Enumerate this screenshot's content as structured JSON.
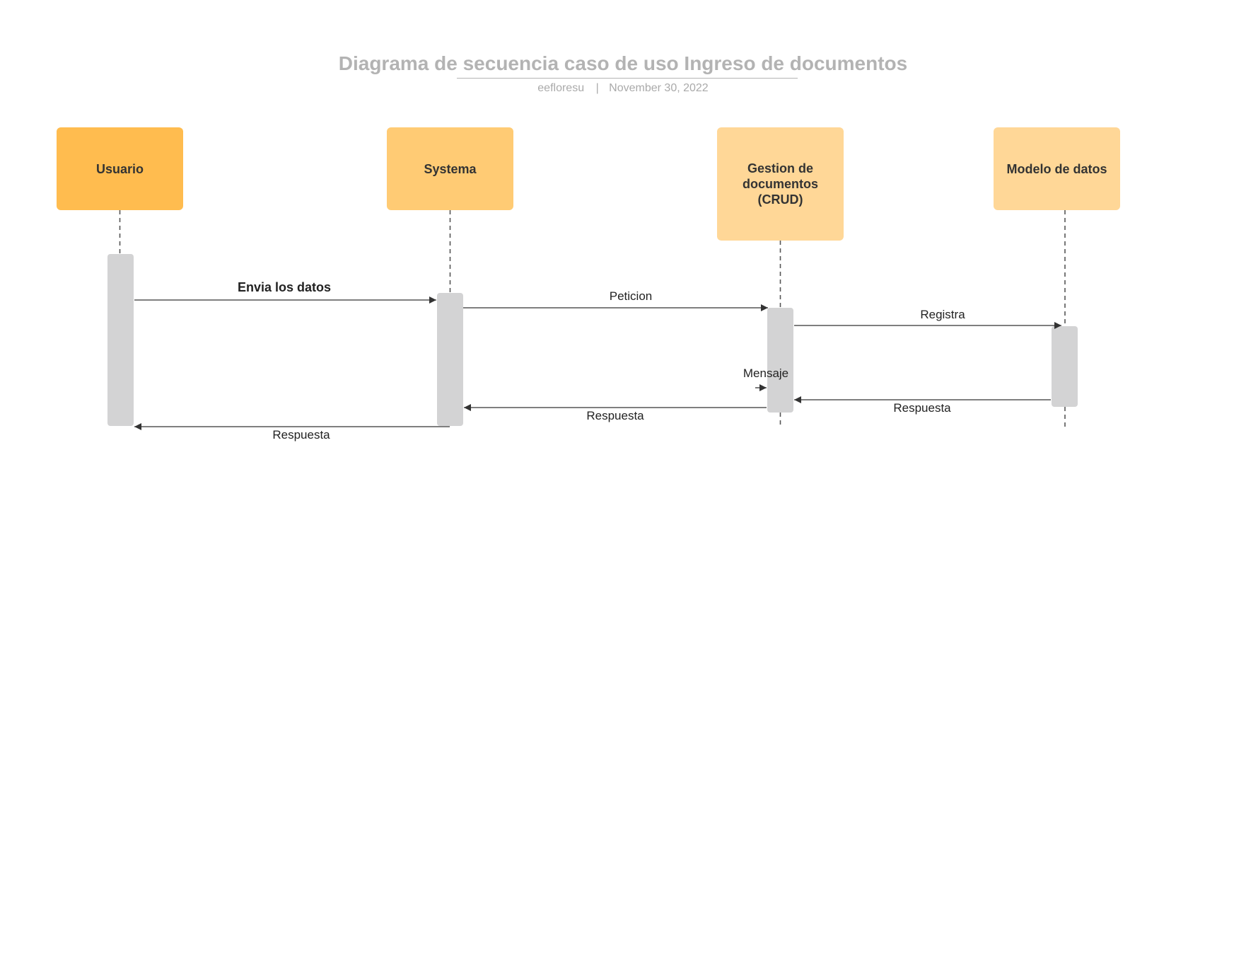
{
  "header": {
    "title": "Diagrama de secuencia caso de uso Ingreso de documentos",
    "author": "eefloresu",
    "separator": "|",
    "date": "November 30, 2022"
  },
  "actors": [
    {
      "id": "usuario",
      "label": "Usuario",
      "color": "#ffbc4f"
    },
    {
      "id": "systema",
      "label": "Systema",
      "color": "#ffcb74"
    },
    {
      "id": "gestion",
      "label": "Gestion de\ndocumentos\n(CRUD)",
      "color": "#ffd797"
    },
    {
      "id": "modelo",
      "label": "Modelo de datos",
      "color": "#ffd797"
    }
  ],
  "messages": [
    {
      "from": "usuario",
      "to": "systema",
      "label": "Envia los datos"
    },
    {
      "from": "systema",
      "to": "gestion",
      "label": "Peticion"
    },
    {
      "from": "gestion",
      "to": "modelo",
      "label": "Registra"
    },
    {
      "from": "gestion",
      "to": "gestion",
      "label": "Mensaje"
    },
    {
      "from": "modelo",
      "to": "gestion",
      "label": "Respuesta"
    },
    {
      "from": "gestion",
      "to": "systema",
      "label": "Respuesta"
    },
    {
      "from": "systema",
      "to": "usuario",
      "label": "Respuesta"
    }
  ],
  "colors": {
    "activation": "#d3d3d4",
    "line": "#333333",
    "title": "#b3b3b3"
  }
}
